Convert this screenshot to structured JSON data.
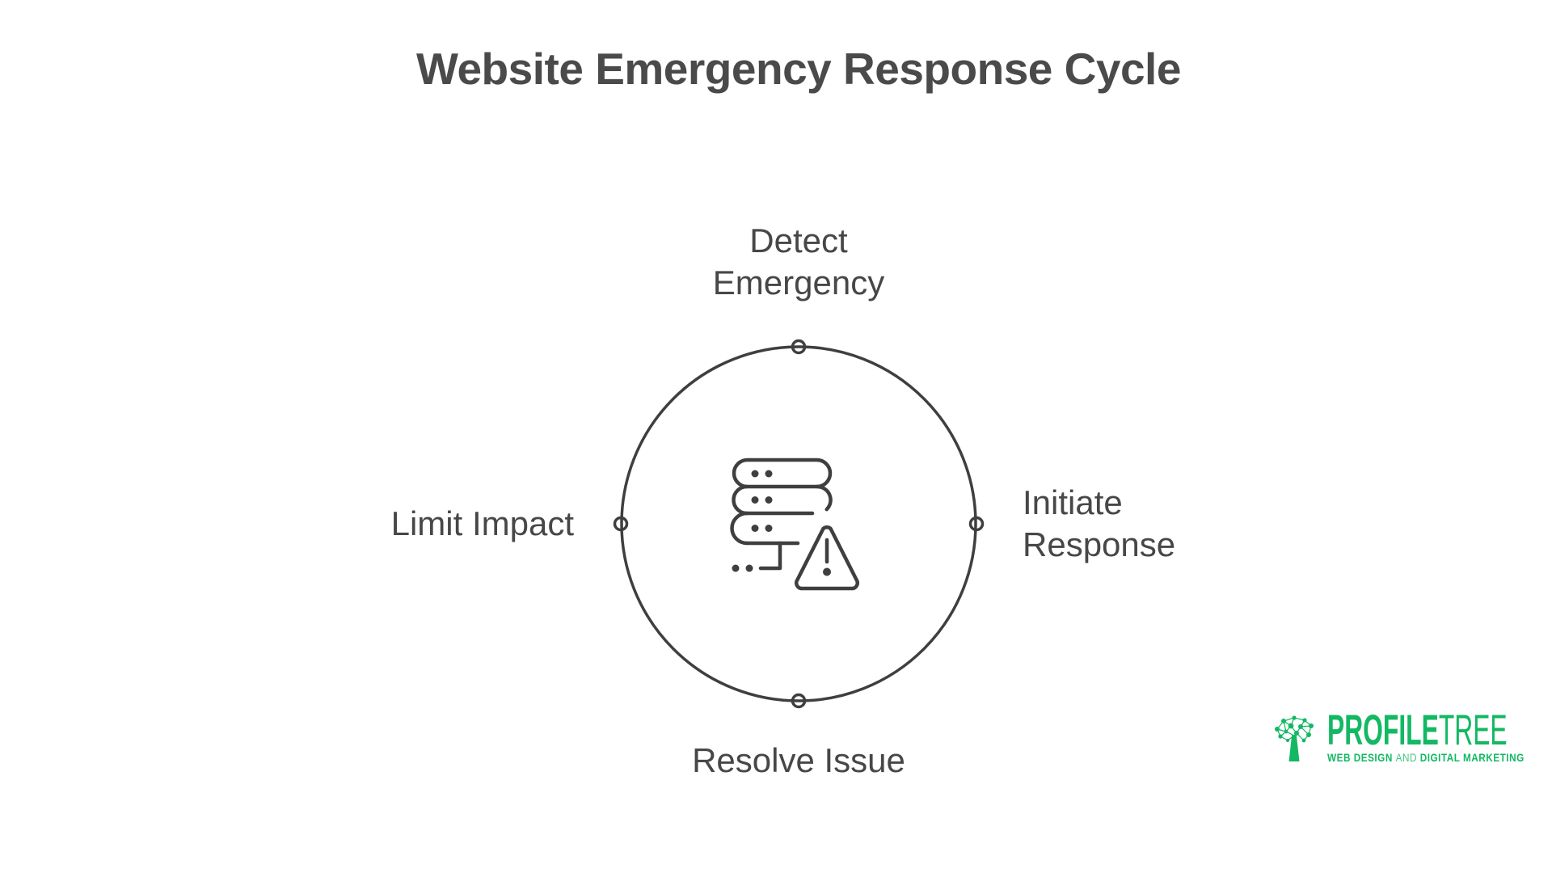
{
  "title": "Website Emergency Response Cycle",
  "cycle": {
    "type": "cycle-diagram",
    "steps": [
      {
        "position": "top",
        "label": "Detect Emergency"
      },
      {
        "position": "right",
        "label": "Initiate Response"
      },
      {
        "position": "bottom",
        "label": "Resolve Issue"
      },
      {
        "position": "left",
        "label": "Limit Impact"
      }
    ],
    "center_icon": "server-alert-icon"
  },
  "labels": {
    "top_line1": "Detect",
    "top_line2": "Emergency",
    "right_line1": "Initiate",
    "right_line2": "Response",
    "bottom": "Resolve Issue",
    "left": "Limit Impact"
  },
  "logo": {
    "brand_bold": "PROFILE",
    "brand_light": "TREE",
    "tagline_bold_1": "WEB DESIGN",
    "tagline_light": "AND",
    "tagline_bold_2": "DIGITAL MARKETING"
  },
  "colors": {
    "title_gray": "#4a4a4a",
    "label_gray": "#474747",
    "stroke_gray": "#3f3f3f",
    "brand_green": "#13b863",
    "background": "#ffffff"
  }
}
